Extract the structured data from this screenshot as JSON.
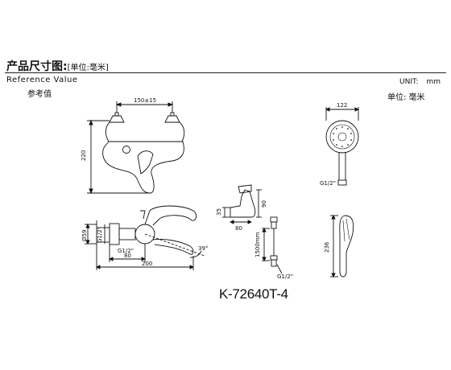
{
  "header": {
    "title": "产品尺寸图:",
    "unit_note": "[单位:毫米]",
    "reference_en": "Reference Value",
    "reference_cn": "参考值",
    "unit_en_label": "UNIT:",
    "unit_en_value": "mm",
    "unit_cn": "单位: 毫米"
  },
  "model_number": "K-72640T-4",
  "dimensions": {
    "valve_spacing": "150±15",
    "valve_height": "220",
    "bracket_height": "35",
    "bracket_depth": "90",
    "bracket_width": "80",
    "hand_shower_dia": "122",
    "hand_shower_thread": "G1/2\"",
    "hose_length": "1500mm",
    "hose_thread": "G1/2\"",
    "hand_shower_length": "236",
    "body_dia": "Ø59",
    "inlet_thread_side": "G1/2\"",
    "inlet_thread_bottom": "G1/2\"",
    "spout_offset": "80",
    "overall_depth": "200",
    "spout_angle": "39°"
  }
}
